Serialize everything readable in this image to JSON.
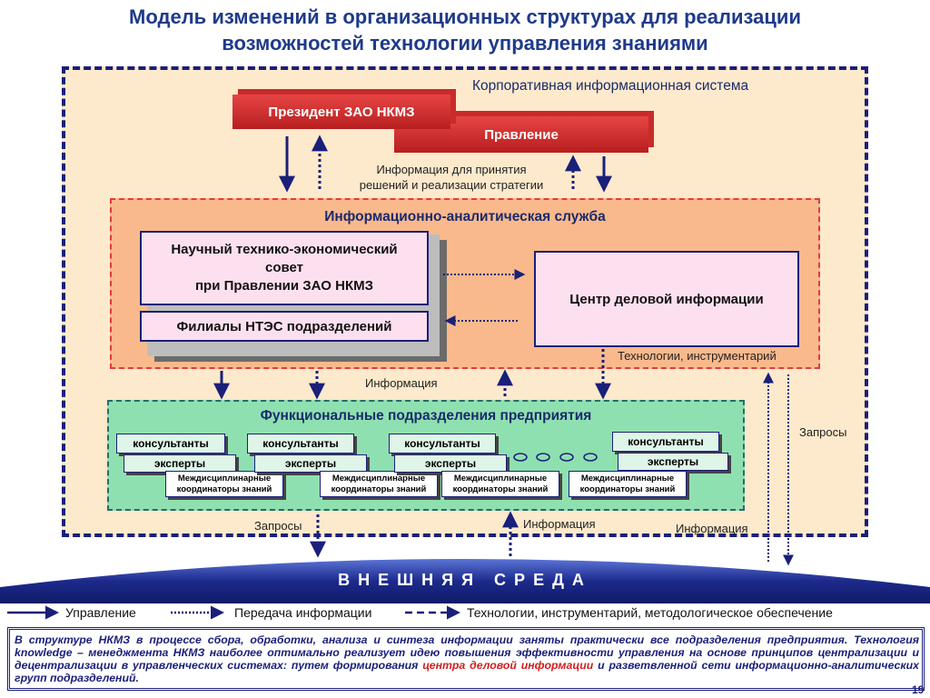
{
  "title": {
    "line1": "Модель изменений в организационных структурах для реализации",
    "line2": "возможностей технологии управления знаниями"
  },
  "corporate_system": {
    "label": "Корпоративная информационная система"
  },
  "president": {
    "label": "Президент ЗАО НКМЗ"
  },
  "board": {
    "label": "Правление"
  },
  "info_decision": {
    "line1": "Информация для принятия",
    "line2": "решений и реализации стратегии"
  },
  "ias": {
    "title": "Информационно-аналитическая служба",
    "council": {
      "line1": "Научный технико-экономический",
      "line2": "совет",
      "line3": "при Правлении ЗАО НКМЗ"
    },
    "branches": "Филиалы НТЭС подразделений",
    "center": "Центр деловой информации",
    "tech_label": "Технологии, инструментарий"
  },
  "info_mid": "Информация",
  "functional": {
    "title": "Функциональные подразделения предприятия",
    "groups": [
      {
        "consultants": "консультанты",
        "experts": "эксперты",
        "coordinators1": "Междисциплинарные",
        "coordinators2": "координаторы знаний"
      },
      {
        "consultants": "консультанты",
        "experts": "эксперты",
        "coordinators1": "Междисциплинарные",
        "coordinators2": "координаторы знаний"
      },
      {
        "consultants": "консультанты",
        "experts": "эксперты",
        "coordinators1": "Междисциплинарные",
        "coordinators2": "координаторы знаний"
      },
      {
        "consultants": "консультанты",
        "experts": "эксперты",
        "coordinators1": "Междисциплинарные",
        "coordinators2": "координаторы знаний"
      }
    ]
  },
  "requests_right": "Запросы",
  "requests_bottom": "Запросы",
  "info_bottom1": "Информация",
  "info_bottom2": "Информация",
  "environment": "ВНЕШНЯЯ СРЕДА",
  "legend": {
    "control": "Управление",
    "transfer": "Передача информации",
    "tech": "Технологии, инструментарий, методологическое обеспечение"
  },
  "bottom": {
    "part1": "В структуре НКМЗ в процессе сбора, обработки, анализа и синтеза информации заняты практически все подразделения предприятия. Технология knowledge – менеджмента НКМЗ наиболее оптимально реализует идею повышения эффективности управления на основе принципов централизации и децентрализации в управленческих системах: путем формирования ",
    "highlight": "центра деловой информации",
    "part2": " и разветвленной сети информационно-аналитических групп подразделений."
  },
  "page_number": "19",
  "colors": {
    "title": "#1f3a8a",
    "red_block": "#d53030",
    "ias_fill": "#f9b98c",
    "func_fill": "#8fe0b0",
    "environment": "#1d2a8c",
    "highlight": "#d21f1f"
  }
}
